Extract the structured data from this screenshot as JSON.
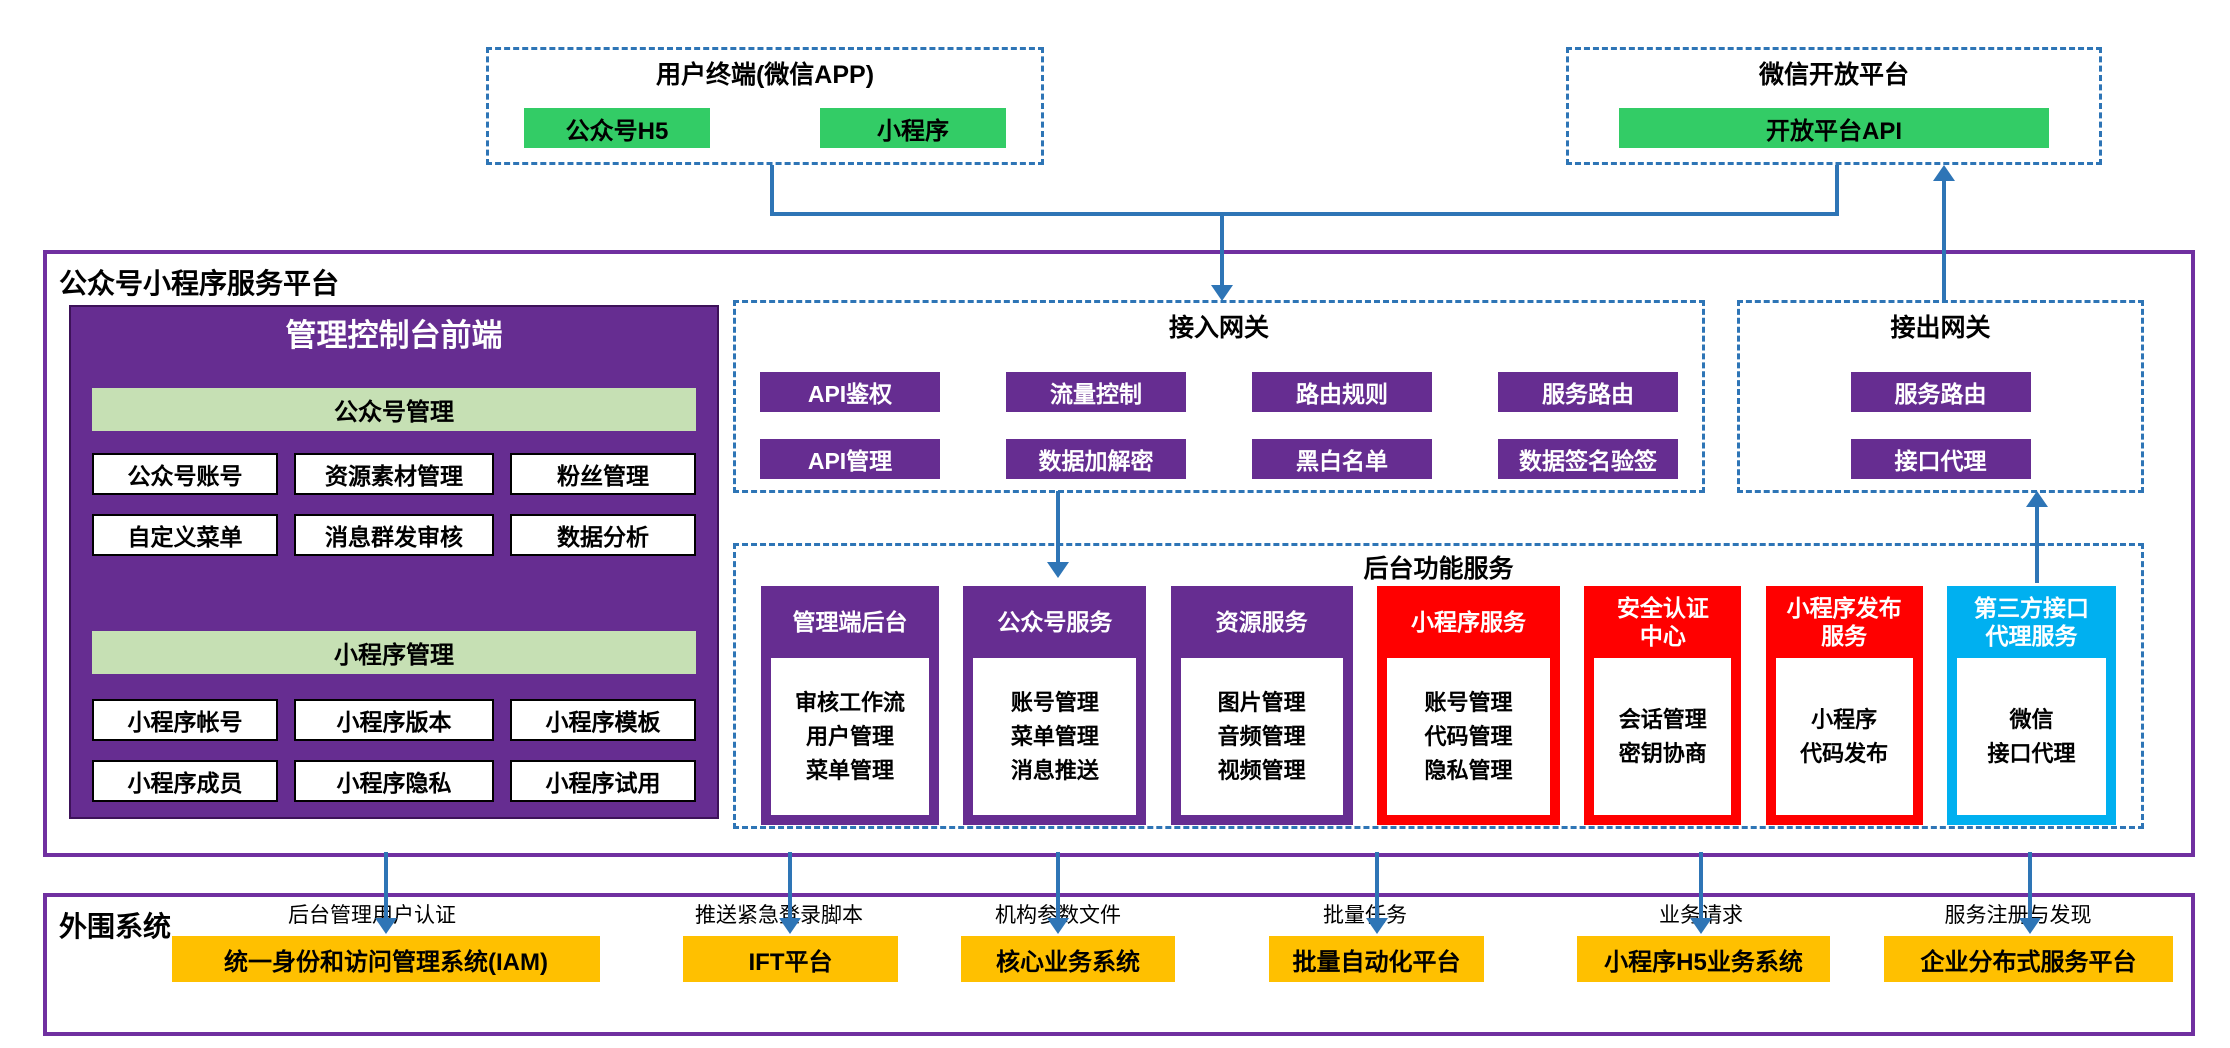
{
  "colors": {
    "purple_fill": "#662D91",
    "purple_border": "#7030A0",
    "green": "#33CC66",
    "light_green": "#C6E0B4",
    "red": "#FF0000",
    "cyan": "#00B0F0",
    "orange": "#FFC000",
    "arrow_blue": "#2E75B6"
  },
  "top": {
    "user_terminal": {
      "title": "用户终端(微信APP)",
      "buttons": [
        "公众号H5",
        "小程序"
      ]
    },
    "open_platform": {
      "title": "微信开放平台",
      "button": "开放平台API"
    }
  },
  "platform": {
    "title": "公众号小程序服务平台",
    "console": {
      "title": "管理控制台前端",
      "section1": {
        "header": "公众号管理",
        "row1": [
          "公众号账号",
          "资源素材管理",
          "粉丝管理"
        ],
        "row2": [
          "自定义菜单",
          "消息群发审核",
          "数据分析"
        ]
      },
      "section2": {
        "header": "小程序管理",
        "row1": [
          "小程序帐号",
          "小程序版本",
          "小程序模板"
        ],
        "row2": [
          "小程序成员",
          "小程序隐私",
          "小程序试用"
        ]
      }
    },
    "access_gateway": {
      "title": "接入网关",
      "row1": [
        "API鉴权",
        "流量控制",
        "路由规则",
        "服务路由"
      ],
      "row2": [
        "API管理",
        "数据加解密",
        "黑白名单",
        "数据签名验签"
      ]
    },
    "egress_gateway": {
      "title": "接出网关",
      "buttons": [
        "服务路由",
        "接口代理"
      ]
    },
    "backend": {
      "title": "后台功能服务",
      "modules": [
        {
          "title": "管理端后台",
          "color": "purple",
          "items": [
            "审核工作流",
            "用户管理",
            "菜单管理"
          ]
        },
        {
          "title": "公众号服务",
          "color": "purple",
          "items": [
            "账号管理",
            "菜单管理",
            "消息推送"
          ]
        },
        {
          "title": "资源服务",
          "color": "purple",
          "items": [
            "图片管理",
            "音频管理",
            "视频管理"
          ]
        },
        {
          "title": "小程序服务",
          "color": "red",
          "items": [
            "账号管理",
            "代码管理",
            "隐私管理"
          ]
        },
        {
          "title": "安全认证\n中心",
          "color": "red",
          "items": [
            "会话管理",
            "密钥协商"
          ]
        },
        {
          "title": "小程序发布\n服务",
          "color": "red",
          "items": [
            "小程序",
            "代码发布"
          ]
        },
        {
          "title": "第三方接口\n代理服务",
          "color": "cyan",
          "items": [
            "微信",
            "接口代理"
          ]
        }
      ]
    }
  },
  "periphery": {
    "title": "外围系统",
    "flows": [
      {
        "label": "后台管理用户认证",
        "system": "统一身份和访问管理系统(IAM)"
      },
      {
        "label": "推送紧急登录脚本",
        "system": "IFT平台"
      },
      {
        "label": "机构参数文件",
        "system": "核心业务系统"
      },
      {
        "label": "批量任务",
        "system": "批量自动化平台"
      },
      {
        "label": "业务请求",
        "system": "小程序H5业务系统"
      },
      {
        "label": "服务注册与发现",
        "system": "企业分布式服务平台"
      }
    ]
  }
}
